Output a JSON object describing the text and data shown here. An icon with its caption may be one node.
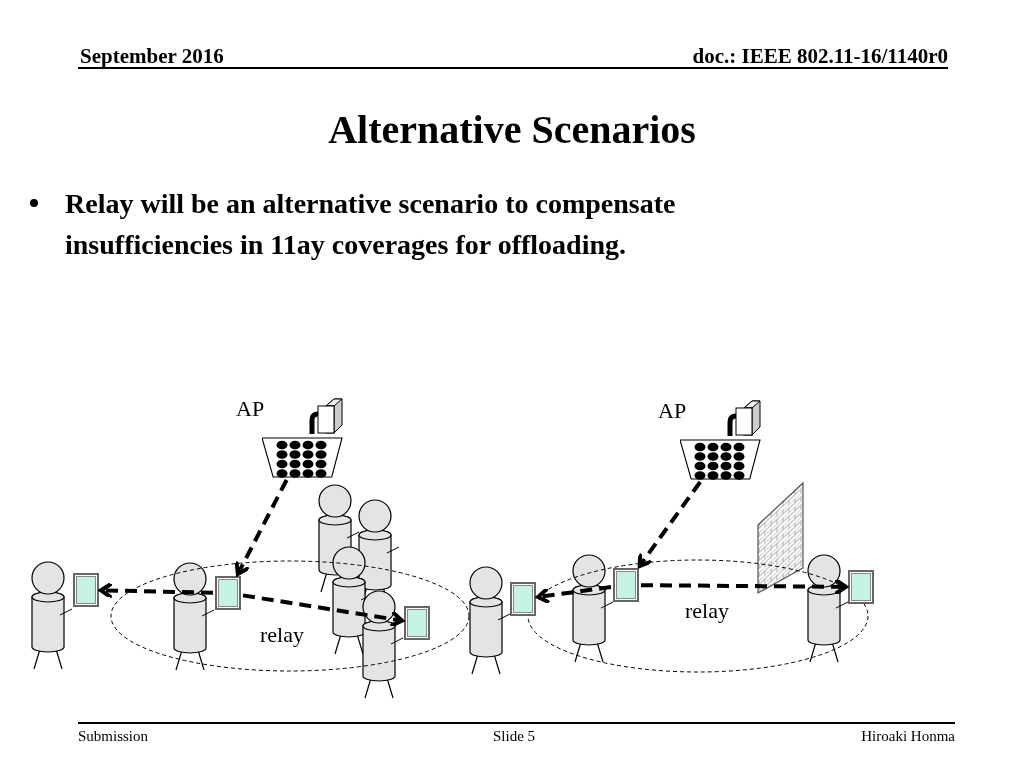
{
  "diagram": {
    "title": "Alternative Scenarios",
    "nodes": [
      {
        "text": [
          "AP"
        ]
      },
      {
        "text": [
          "AP"
        ]
      },
      {
        "text": [
          "relay"
        ]
      },
      {
        "text": [],
        "shape": "box"
      },
      {
        "text": [],
        "shape": "box",
        "in": 2
      },
      {
        "text": [],
        "shape": "box",
        "in": 2
      },
      {
        "text": [
          "relay"
        ]
      },
      {
        "text": [],
        "shape": "box"
      },
      {
        "text": [],
        "shape": "box",
        "in": 6
      },
      {
        "text": [],
        "shape": "box"
      }
    ],
    "edges": [
      {
        "from": 0,
        "to": 4,
        "arrow": "to",
        "style": "dashed"
      },
      {
        "from": 4,
        "to": 3,
        "arrow": "to",
        "style": "dashed"
      },
      {
        "from": 4,
        "to": 5,
        "arrow": "to",
        "style": "dashed"
      },
      {
        "from": 1,
        "to": 8,
        "arrow": "to",
        "style": "dashed"
      },
      {
        "from": 8,
        "to": 7,
        "arrow": "to",
        "style": "dashed"
      },
      {
        "from": 8,
        "to": 9,
        "arrow": "to",
        "style": "dashed"
      }
    ],
    "labels": [
      "September 2016",
      "doc.: IEEE 802.11-16/1140r0",
      "Relay will be an alternative scenario to compensate insufficiencies in 11ay coverages for offloading.",
      "Submission",
      "Slide 5",
      "Hiroaki Honma"
    ]
  }
}
